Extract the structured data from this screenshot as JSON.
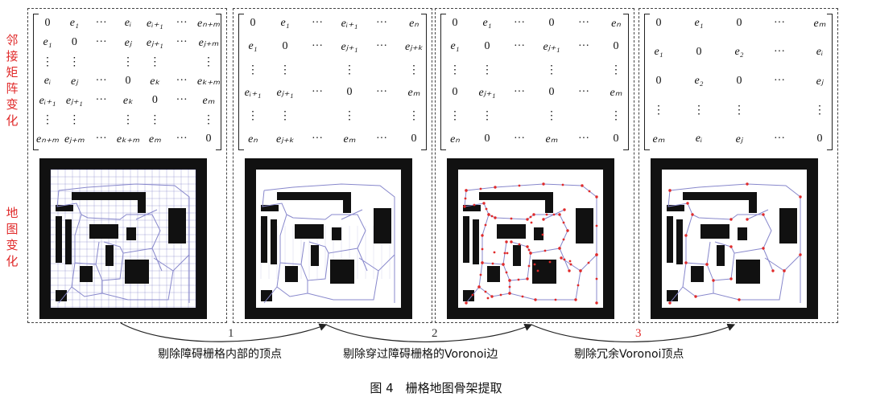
{
  "side_labels": {
    "matrix_label": [
      "邻",
      "接",
      "矩",
      "阵",
      "变",
      "化"
    ],
    "map_label": [
      "地",
      "图",
      "变",
      "化"
    ]
  },
  "panels": [
    {
      "matrix_rows": [
        [
          "0",
          "e₁",
          "···",
          "eᵢ",
          "eᵢ₊₁",
          "···",
          "eₙ₊ₘ"
        ],
        [
          "e₁",
          "0",
          "···",
          "eⱼ",
          "eⱼ₊₁",
          "···",
          "eⱼ₊ₘ"
        ],
        [
          "⋮",
          "⋮",
          "",
          "⋮",
          "⋮",
          "",
          "⋮"
        ],
        [
          "eᵢ",
          "eⱼ",
          "···",
          "0",
          "eₖ",
          "···",
          "eₖ₊ₘ"
        ],
        [
          "eᵢ₊₁",
          "eⱼ₊₁",
          "···",
          "eₖ",
          "0",
          "···",
          "eₘ"
        ],
        [
          "⋮",
          "⋮",
          "",
          "⋮",
          "⋮",
          "",
          "⋮"
        ],
        [
          "eₙ₊ₘ",
          "eⱼ₊ₘ",
          "···",
          "eₖ₊ₘ",
          "eₘ",
          "···",
          "0"
        ]
      ]
    },
    {
      "matrix_rows": [
        [
          "0",
          "e₁",
          "···",
          "eᵢ₊₁",
          "···",
          "eₙ"
        ],
        [
          "e₁",
          "0",
          "···",
          "eⱼ₊₁",
          "···",
          "eⱼ₊ₖ"
        ],
        [
          "⋮",
          "⋮",
          "",
          "⋮",
          "",
          "⋮"
        ],
        [
          "eᵢ₊₁",
          "eⱼ₊₁",
          "···",
          "0",
          "···",
          "eₘ"
        ],
        [
          "⋮",
          "⋮",
          "",
          "⋮",
          "",
          "⋮"
        ],
        [
          "eₙ",
          "eⱼ₊ₖ",
          "···",
          "eₘ",
          "···",
          "0"
        ]
      ]
    },
    {
      "matrix_rows": [
        [
          "0",
          "e₁",
          "···",
          "0",
          "···",
          "eₙ"
        ],
        [
          "e₁",
          "0",
          "···",
          "eⱼ₊₁",
          "···",
          "0"
        ],
        [
          "⋮",
          "⋮",
          "",
          "⋮",
          "",
          "⋮"
        ],
        [
          "0",
          "eⱼ₊₁",
          "···",
          "0",
          "···",
          "eₘ"
        ],
        [
          "⋮",
          "⋮",
          "",
          "⋮",
          "",
          "⋮"
        ],
        [
          "eₙ",
          "0",
          "···",
          "eₘ",
          "···",
          "0"
        ]
      ]
    },
    {
      "matrix_rows": [
        [
          "0",
          "e₁",
          "0",
          "···",
          "eₘ"
        ],
        [
          "e₁",
          "0",
          "e₂",
          "···",
          "eᵢ"
        ],
        [
          "0",
          "e₂",
          "0",
          "···",
          "eⱼ"
        ],
        [
          "⋮",
          "⋮",
          "⋮",
          "",
          "⋮"
        ],
        [
          "eₘ",
          "eᵢ",
          "eⱼ",
          "···",
          "0"
        ]
      ]
    }
  ],
  "steps": [
    {
      "number": "1",
      "label": "剔除障碍栅格内部的顶点",
      "color": "#333333"
    },
    {
      "number": "2",
      "label": "剔除穿过障碍栅格的Voronoi边",
      "color": "#333333"
    },
    {
      "number": "3",
      "label": "剔除冗余Voronoi顶点",
      "color": "#e02a2a"
    }
  ],
  "figure_caption": "图 4　栅格地图骨架提取",
  "colors": {
    "side_label": "#e02a2a",
    "voronoi_edge": "#8888cc",
    "vertex": "#e02a2a",
    "grid": "#6666bb",
    "obstacle": "#111111"
  }
}
